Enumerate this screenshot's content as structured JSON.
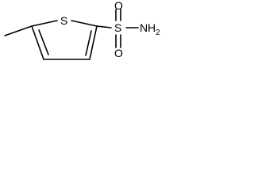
{
  "molecule": {
    "atoms": {
      "sulfur_ring": "S",
      "sulfur_sulfonyl": "S",
      "oxygen_top": "O",
      "oxygen_bottom": "O",
      "amine_n": "N",
      "amine_h": "H",
      "amine_h_count": "2"
    },
    "colors": {
      "bond": "#000000",
      "label": "#000000",
      "background": "#ffffff"
    }
  }
}
